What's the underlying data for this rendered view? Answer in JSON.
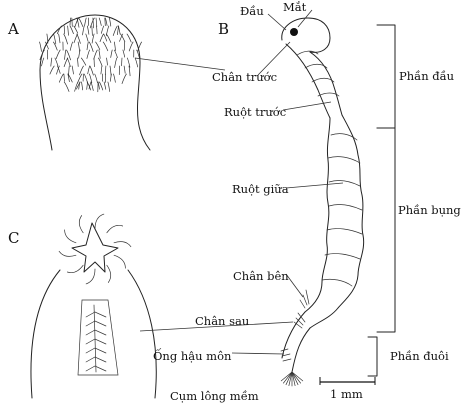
{
  "panels": {
    "a": "A",
    "b": "B",
    "c": "C"
  },
  "labels": {
    "dau": "Đầu",
    "mat": "Mắt",
    "chan_truoc": "Chân trước",
    "ruot_truoc": "Ruột trước",
    "ruot_giua": "Ruột giữa",
    "chan_ben": "Chân bên",
    "chan_sau": "Chân sau",
    "ong_hau_mon": "Ống hậu môn",
    "cum_long_mem": "Cụm lông mềm"
  },
  "regions": {
    "phan_dau": "Phần đầu",
    "phan_bung": "Phần bụng",
    "phan_duoi": "Phần đuôi"
  },
  "scale_bar": "1 mm"
}
